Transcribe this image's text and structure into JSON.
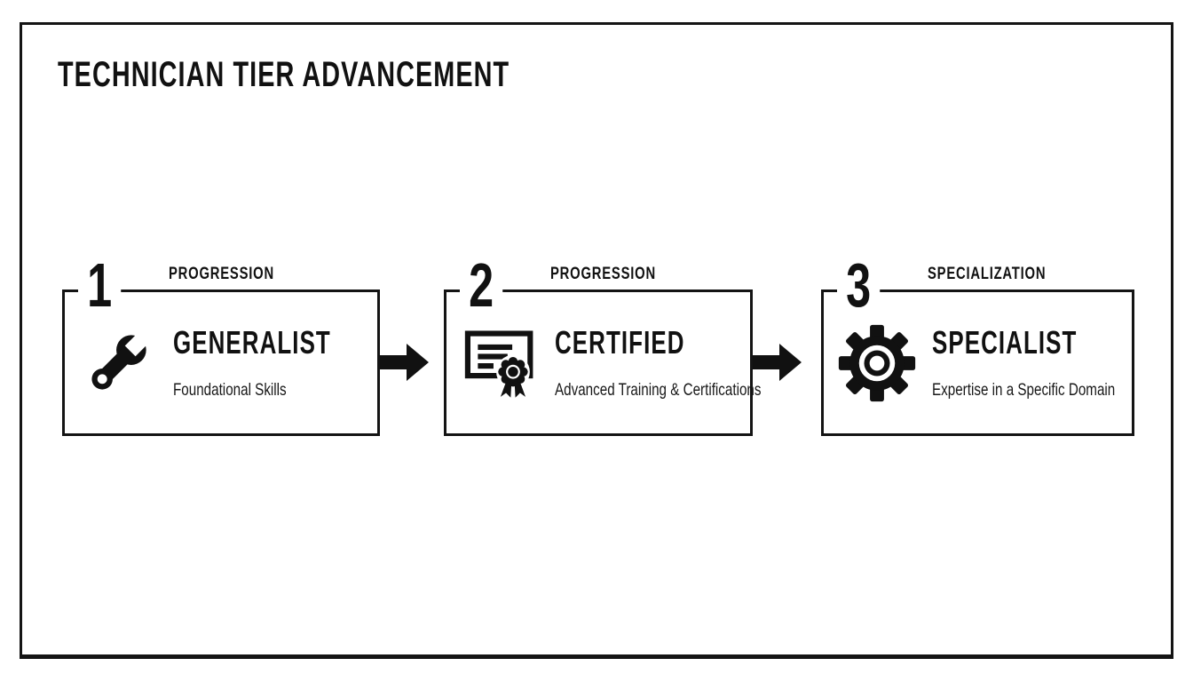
{
  "page": {
    "title": "TECHNICIAN TIER ADVANCEMENT",
    "background_color": "#ffffff",
    "ink_color": "#111111"
  },
  "tiers": [
    {
      "number": "1",
      "stage_label": "PROGRESSION",
      "title": "GENERALIST",
      "subtitle": "Foundational Skills",
      "icon": "wrench-icon"
    },
    {
      "number": "2",
      "stage_label": "PROGRESSION",
      "title": "CERTIFIED",
      "subtitle": "Advanced Training & Certifications",
      "icon": "certificate-icon"
    },
    {
      "number": "3",
      "stage_label": "SPECIALIZATION",
      "title": "SPECIALIST",
      "subtitle": "Expertise in a Specific Domain",
      "icon": "gear-icon"
    }
  ],
  "connectors": [
    {
      "icon": "arrow-right-icon"
    },
    {
      "icon": "arrow-right-icon"
    }
  ]
}
